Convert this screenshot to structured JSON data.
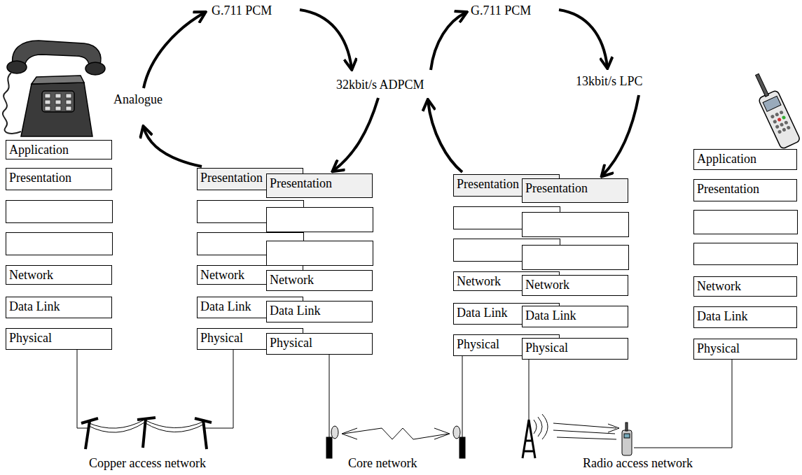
{
  "diagram": {
    "nodes": [
      {
        "text": [
          "Application"
        ]
      },
      {
        "text": [
          "Presentation"
        ]
      },
      {
        "text": [
          "Network"
        ]
      },
      {
        "text": [
          "Data Link"
        ]
      },
      {
        "text": [
          "Physical"
        ]
      },
      {
        "text": [
          "Presentation"
        ]
      },
      {
        "text": [
          "Network"
        ]
      },
      {
        "text": [
          "Data Link"
        ]
      },
      {
        "text": [
          "Physical"
        ]
      },
      {
        "text": [
          "Presentation"
        ]
      },
      {
        "text": [
          "Network"
        ]
      },
      {
        "text": [
          "Data Link"
        ]
      },
      {
        "text": [
          "Physical"
        ]
      },
      {
        "text": [
          "Presentation"
        ]
      },
      {
        "text": [
          "Network"
        ]
      },
      {
        "text": [
          "Data Link"
        ]
      },
      {
        "text": [
          "Physical"
        ]
      },
      {
        "text": [
          "Presentation"
        ]
      },
      {
        "text": [
          "Network"
        ]
      },
      {
        "text": [
          "Data Link"
        ]
      },
      {
        "text": [
          "Physical"
        ]
      },
      {
        "text": [
          "Application"
        ]
      },
      {
        "text": [
          "Presentation"
        ]
      },
      {
        "text": [
          "Network"
        ]
      },
      {
        "text": [
          "Data Link"
        ]
      },
      {
        "text": [
          "Physical"
        ]
      }
    ],
    "labels": [
      "G.711 PCM",
      "Analogue",
      "32kbit/s ADPCM",
      "G.711 PCM",
      "13kbit/s LPC",
      "Copper access network",
      "Core network",
      "Radio access network"
    ]
  }
}
